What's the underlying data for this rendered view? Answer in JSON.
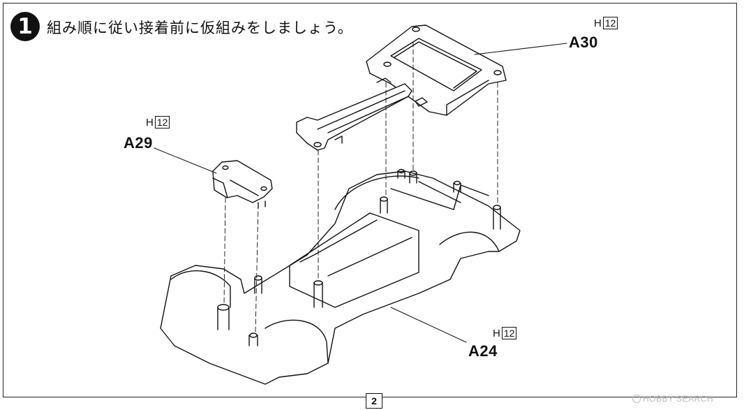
{
  "step": {
    "number": "1",
    "instruction": "組み順に従い接着前に仮組みをしましょう。"
  },
  "parts": [
    {
      "id": "A30",
      "paint_letter": "H",
      "paint_code": "12"
    },
    {
      "id": "A29",
      "paint_letter": "H",
      "paint_code": "12"
    },
    {
      "id": "A24",
      "paint_letter": "H",
      "paint_code": "12"
    }
  ],
  "page_number": "2",
  "watermark": "HOBBY SEARCH",
  "colors": {
    "ink": "#111111",
    "paper": "#ffffff",
    "watermark": "#b9b9b9"
  }
}
